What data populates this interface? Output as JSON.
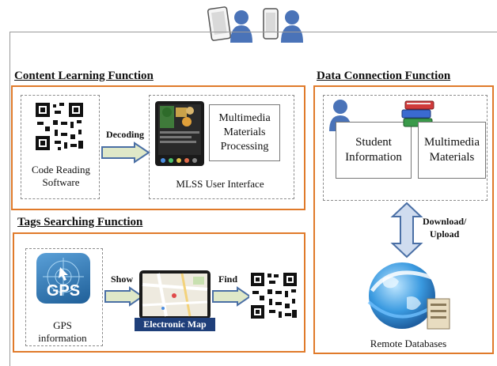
{
  "sections": {
    "content_learning": {
      "title": "Content Learning Function",
      "qr_label": "Code Reading\nSoftware",
      "arrow_label": "Decoding",
      "ui_label": "MLSS User Interface",
      "processing_label": "Multimedia\nMaterials\nProcessing"
    },
    "tags_searching": {
      "title": "Tags Searching Function",
      "gps_icon_text": "GPS",
      "gps_label": "GPS\ninformation",
      "show_label": "Show",
      "map_label": "Electronic Map",
      "find_label": "Find"
    },
    "data_connection": {
      "title": "Data Connection Function",
      "student_label": "Student\nInformation",
      "materials_label": "Multimedia\nMaterials",
      "transfer_label": "Download/\nUpload",
      "db_label": "Remote Databases"
    }
  },
  "colors": {
    "section_border": "#e07a2a",
    "arrow_fill": "#dfe8c8",
    "arrow_stroke": "#4a6fa5",
    "map_label_bg": "#1f3f7a",
    "person_blue": "#4a73b8"
  }
}
